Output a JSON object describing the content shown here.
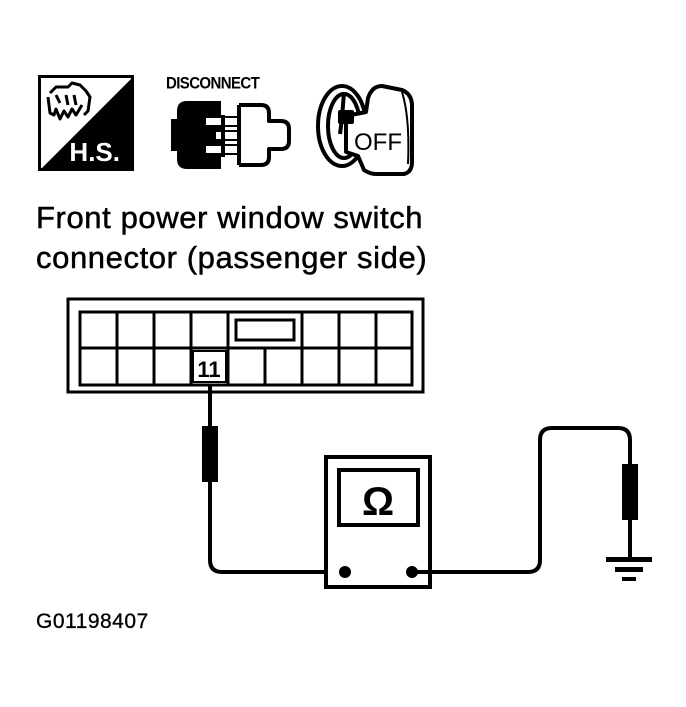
{
  "header_icons": [
    {
      "name": "hand-service-icon",
      "label": "H.S."
    },
    {
      "name": "disconnect-icon",
      "label": "DISCONNECT"
    },
    {
      "name": "ignition-key-icon",
      "label": "OFF"
    }
  ],
  "title": {
    "line1": "Front power window switch",
    "line2": "connector (passenger side)"
  },
  "connector": {
    "rows": 2,
    "columns": 9,
    "terminal_label": "11"
  },
  "meter": {
    "symbol": "Ω",
    "type": "ohmmeter"
  },
  "ground": {
    "symbol": "ground"
  },
  "figure_id": "G01198407",
  "colors": {
    "ink": "#000000",
    "paper": "#ffffff"
  }
}
